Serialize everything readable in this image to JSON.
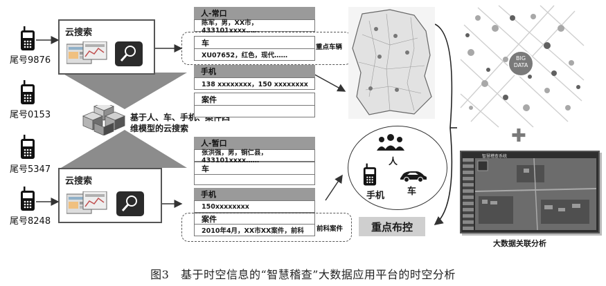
{
  "phones": [
    "尾号9876",
    "尾号0153",
    "尾号5347",
    "尾号8248"
  ],
  "cloud_search": {
    "top_title": "云搜索",
    "bottom_title": "云搜索"
  },
  "model_label": {
    "line1": "基于人、车、手机、案件四",
    "line2": "维模型的云搜索"
  },
  "record_top": {
    "person_head": "人-常口",
    "person_value": "陈军，男，XX市，433101xxxx……",
    "car_head": "车",
    "car_value": "XU07652，红色，现代……",
    "phone_head": "手机",
    "phone_value": "138 xxxxxxxx，150 xxxxxxxx",
    "case_head": "案件",
    "case_value": "",
    "highlight_label": "重点车辆"
  },
  "record_bottom": {
    "person_head": "人-暂口",
    "person_value": "张洪强，男，铜仁县，433101xxxx……",
    "car_head": "车",
    "car_value": "",
    "phone_head": "手机",
    "phone_value": "150xxxxxxxx",
    "case_head": "案件",
    "case_value": "2010年4月，XX市XX案件，前科",
    "highlight_label": "前科案件"
  },
  "control": {
    "person_label": "人",
    "phone_label": "手机",
    "car_label": "车",
    "title": "重点布控"
  },
  "big_data": {
    "badge_line1": "BIG",
    "badge_line2": "DATA",
    "plus": "✚",
    "analysis_label": "大数据关联分析",
    "screen_title": "智慧稽查系统"
  },
  "caption": "图3   基于时空信息的“智慧稽查”大数据应用平台的时空分析",
  "colors": {
    "header_gray": "#9a9a9a",
    "dark": "#333333",
    "line": "#555555"
  }
}
